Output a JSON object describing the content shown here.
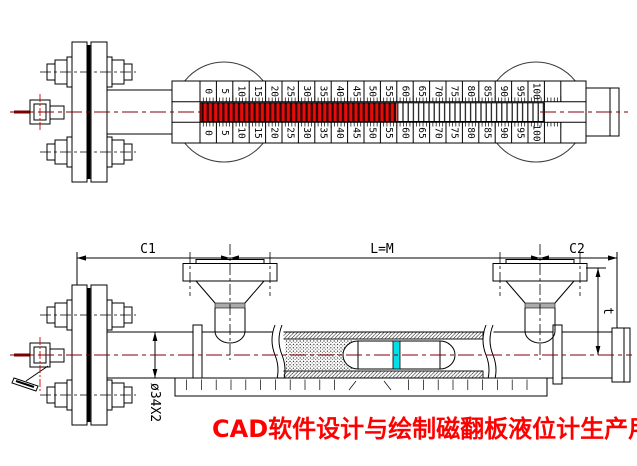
{
  "title": {
    "text": "CAD软件设计与绘制磁翻板液位计生产用图"
  },
  "dimensions": {
    "c1": "C1",
    "length": "L=M",
    "c2": "C2",
    "thickness": "t",
    "pipe_diameter": "ø34X2"
  },
  "scale": {
    "min": 0,
    "max": 100,
    "step": 5,
    "labels": [
      "0",
      "5",
      "10",
      "15",
      "20",
      "25",
      "30",
      "35",
      "40",
      "45",
      "50",
      "55",
      "60",
      "65",
      "70",
      "75",
      "80",
      "85",
      "90",
      "95",
      "100"
    ],
    "level": 60
  },
  "colors": {
    "accent_red": "#fe0000",
    "centerline_red": "#7e0000",
    "flapper_red": "#e80b0b",
    "flapper_dark": "#4d0202",
    "float_stripe_cyan": "#00e0e8",
    "weld_gray": "#ababab"
  }
}
